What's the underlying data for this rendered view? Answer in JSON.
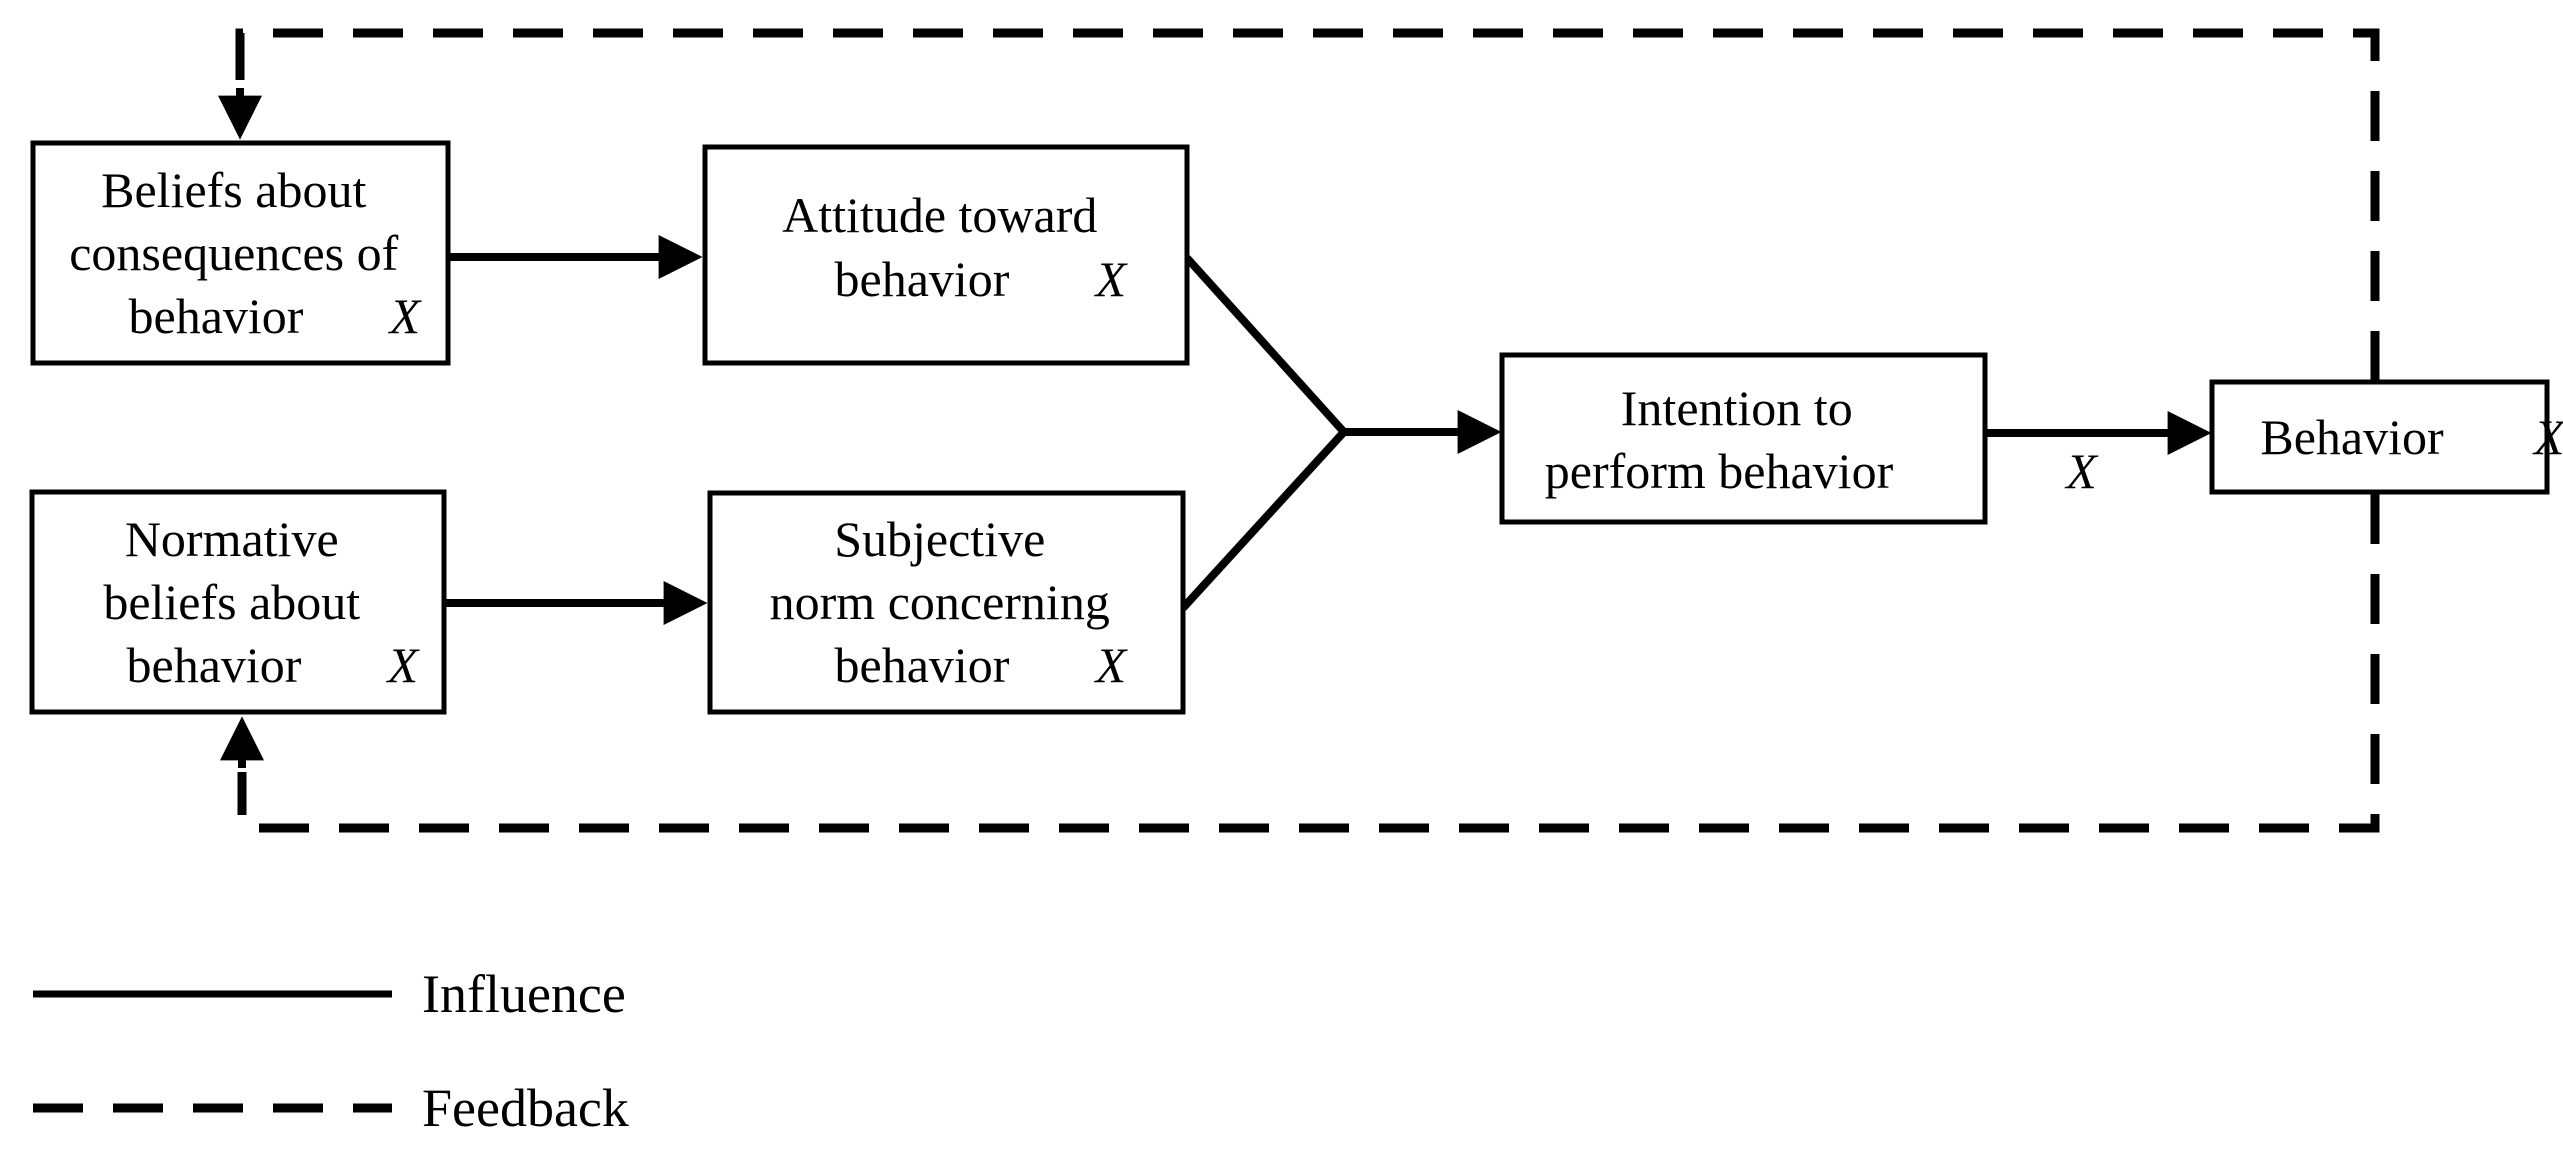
{
  "boxes": {
    "beliefs": {
      "line1": "Beliefs about",
      "line2": "consequences of",
      "line3": "behavior",
      "variable": "X"
    },
    "attitude": {
      "line1": "Attitude toward",
      "line2": "behavior",
      "variable": "X"
    },
    "normative": {
      "line1": "Normative",
      "line2": "beliefs about",
      "line3": "behavior",
      "variable": "X"
    },
    "subjective": {
      "line1": "Subjective",
      "line2": "norm concerning",
      "line3": "behavior",
      "variable": "X"
    },
    "intention": {
      "line1": "Intention to",
      "line2": "perform behavior",
      "variable": "X"
    },
    "behavior": {
      "line1": "Behavior",
      "variable": "X"
    }
  },
  "legend": {
    "influence_label": "Influence",
    "feedback_label": "Feedback"
  },
  "colors": {
    "line": "#000000",
    "background": "#ffffff",
    "box_fill": "#ffffff"
  }
}
